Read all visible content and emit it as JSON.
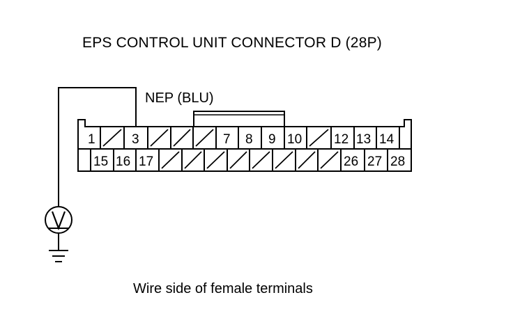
{
  "diagram": {
    "title": "EPS CONTROL UNIT CONNECTOR D (28P)",
    "wire_label": "NEP (BLU)",
    "caption": "Wire side of female terminals",
    "meter_symbol": "V",
    "connector": {
      "pin_count": 28,
      "row1": [
        "1",
        "",
        "3",
        "",
        "",
        "",
        "7",
        "8",
        "9",
        "10",
        "",
        "12",
        "13",
        "14"
      ],
      "row2": [
        "",
        "15",
        "16",
        "17",
        "",
        "",
        "",
        "",
        "",
        "",
        "",
        "",
        "26",
        "27",
        "28"
      ]
    },
    "measured_pin": "3",
    "icons": [
      "voltmeter-icon",
      "ground-icon"
    ]
  }
}
